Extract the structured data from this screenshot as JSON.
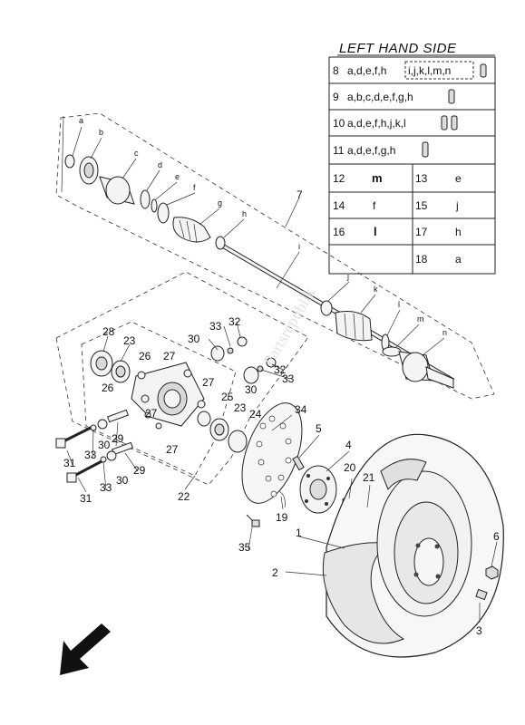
{
  "legend": {
    "title": "LEFT HAND SIDE",
    "rows": [
      {
        "num": "8",
        "text": "a,d,e,f,h",
        "text_boxed": "i,j,k,l,m,n"
      },
      {
        "num": "9",
        "text": "a,b,c,d,e,f,g,h"
      },
      {
        "num": "10",
        "text": "a,d,e,f,h,j,k,l"
      },
      {
        "num": "11",
        "text": "a,d,e,f,g,h"
      }
    ],
    "pairs": [
      {
        "left_num": "12",
        "left_val": "m",
        "right_num": "13",
        "right_val": "e"
      },
      {
        "left_num": "14",
        "left_val": "f",
        "right_num": "15",
        "right_val": "j"
      },
      {
        "left_num": "16",
        "left_val": "l",
        "right_num": "17",
        "right_val": "h"
      },
      {
        "left_num": "",
        "left_val": "",
        "right_num": "18",
        "right_val": "a"
      }
    ]
  },
  "shaft_letters": [
    "a",
    "b",
    "c",
    "d",
    "e",
    "f",
    "g",
    "h",
    "i",
    "j",
    "k",
    "l",
    "m",
    "n"
  ],
  "callouts": {
    "c1": "1",
    "c2": "2",
    "c3": "3",
    "c4": "4",
    "c5": "5",
    "c6": "6",
    "c7": "7",
    "c19": "19",
    "c20": "20",
    "c21": "21",
    "c22": "22",
    "c23a": "23",
    "c23b": "23",
    "c24": "24",
    "c25": "25",
    "c26a": "26",
    "c26b": "26",
    "c27a": "27",
    "c27b": "27",
    "c27c": "27",
    "c27d": "27",
    "c28": "28",
    "c29a": "29",
    "c29b": "29",
    "c30a": "30",
    "c30b": "30",
    "c30c": "30",
    "c30d": "30",
    "c31a": "31",
    "c31b": "31",
    "c32a": "32",
    "c32b": "32",
    "c33a": "33",
    "c33b": "33",
    "c33c": "33",
    "c33d": "33",
    "c34": "34",
    "c35": "35"
  },
  "watermark": "Partsrepublik",
  "icons": {
    "direction": "front-arrow-icon"
  }
}
